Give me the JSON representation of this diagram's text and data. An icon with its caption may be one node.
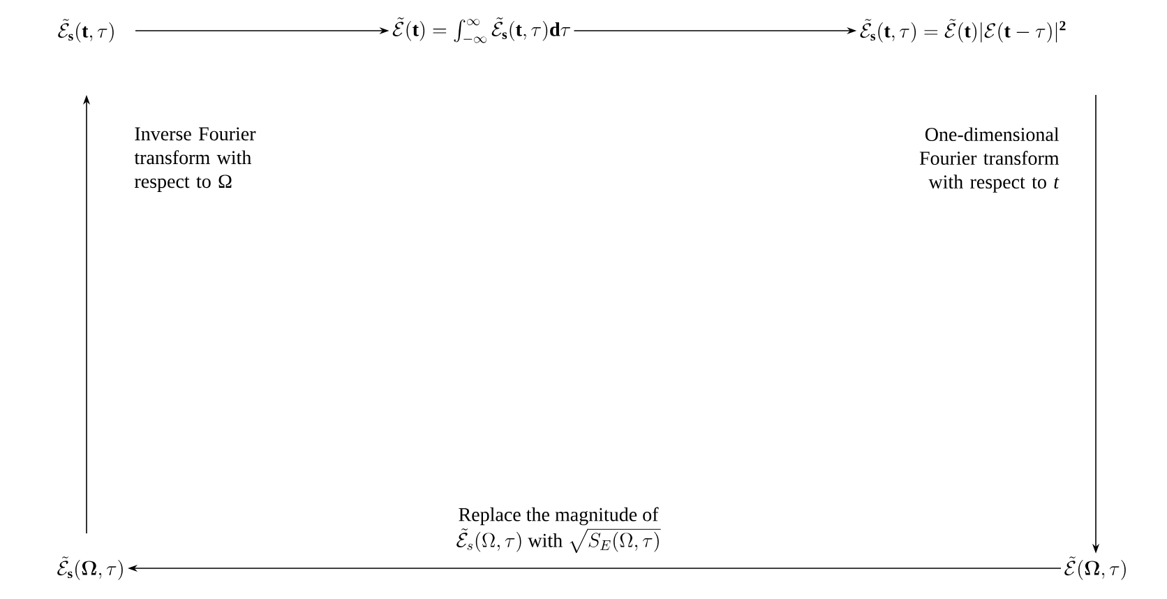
{
  "diagram": {
    "nodes": [
      {
        "text": [
          "\\tilde{\\mathcal{E}}_{\\mathbf{s}}(\\mathbf{t},\\tau)"
        ]
      },
      {
        "text": [
          "\\tilde{\\mathcal{E}}(\\mathbf{t})=\\int_{-\\infty}^{\\infty}\\tilde{\\mathcal{E}}_{\\mathbf{s}}(\\mathbf{t},\\tau)\\mathbf{d}\\tau"
        ]
      },
      {
        "text": [
          "\\tilde{\\mathcal{E}}_{\\mathbf{s}}(\\mathbf{t},\\tau)=\\tilde{\\mathcal{E}}(\\mathbf{t})|\\mathcal{E}(\\mathbf{t}-\\tau)|^{\\mathbf{2}}"
        ]
      },
      {
        "text": [
          "\\tilde{\\mathcal{E}}(\\boldsymbol{\\Omega},\\tau)"
        ]
      },
      {
        "text": [
          "\\tilde{\\mathcal{E}}_{\\mathbf{s}}(\\boldsymbol{\\Omega},\\tau)"
        ]
      }
    ],
    "edges": [
      {
        "from": 0,
        "to": 1,
        "arrow": "to"
      },
      {
        "from": 1,
        "to": 2,
        "arrow": "to"
      },
      {
        "from": 2,
        "to": 3,
        "arrow": "to",
        "label": "One-dimensional Fourier transform with respect to *t*"
      },
      {
        "from": 3,
        "to": 4,
        "arrow": "to",
        "label": "\\begin{array}{c}\\text{Replace the magnitude of}\\\\ \\tilde{\\mathcal{E}}_s(\\Omega,\\tau)\\text{ with }\\sqrt{S_E(\\Omega,\\tau)}\\end{array}"
      },
      {
        "from": 4,
        "to": 0,
        "arrow": "to",
        "label": "Inverse Fourier transform with respect to Ω"
      }
    ]
  }
}
